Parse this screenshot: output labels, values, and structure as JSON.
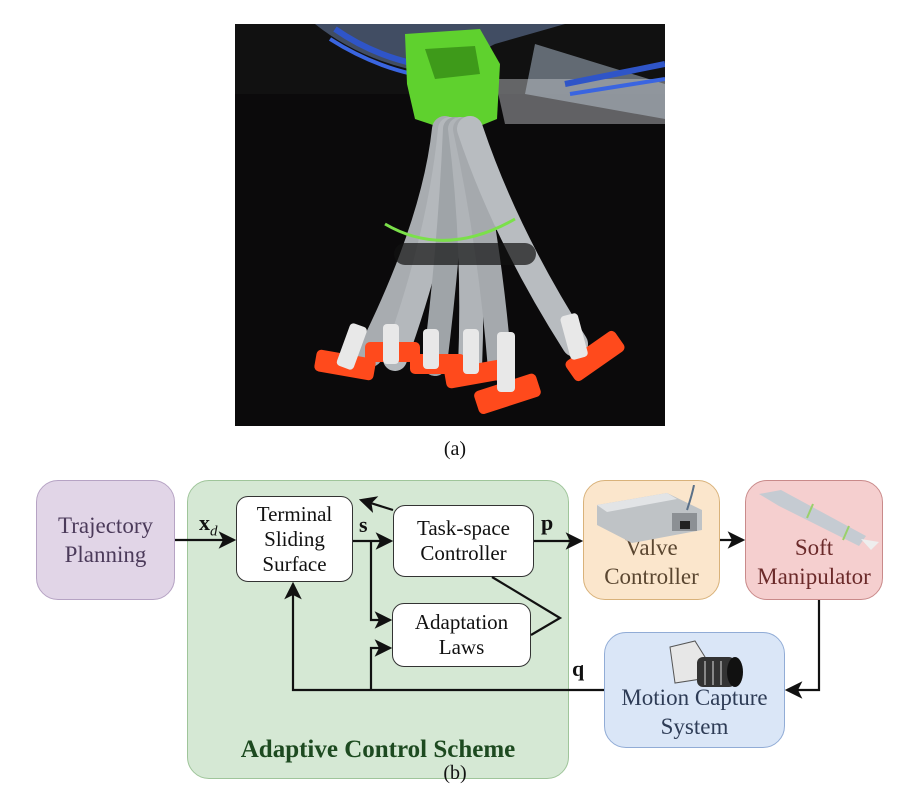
{
  "figure": {
    "panel_a": {
      "caption": "(a)",
      "image": "soft-manipulator-photo"
    },
    "panel_b": {
      "caption": "(b)",
      "group_label": "Adaptive Control Scheme",
      "blocks": {
        "trajectory_planning": {
          "line1": "Trajectory",
          "line2": "Planning",
          "color": "#e1d5e7",
          "text_color": "#4b3a5a"
        },
        "terminal_sliding_surface": {
          "line1": "Terminal",
          "line2": "Sliding",
          "line3": "Surface"
        },
        "task_space_controller": {
          "line1": "Task-space",
          "line2": "Controller"
        },
        "adaptation_laws": {
          "line1": "Adaptation",
          "line2": "Laws"
        },
        "valve_controller": {
          "line1": "Valve",
          "line2": "Controller",
          "color": "#fbe6cc",
          "text_color": "#5a4630"
        },
        "soft_manipulator": {
          "line1": "Soft",
          "line2": "Manipulator",
          "color": "#f5cfcf",
          "text_color": "#6b2a2a"
        },
        "motion_capture_system": {
          "line1": "Motion Capture",
          "line2": "System",
          "color": "#dae6f7",
          "text_color": "#2e3c56"
        }
      },
      "signals": {
        "xd": "x",
        "xd_sub": "d",
        "s": "s",
        "p": "p",
        "q": "q"
      },
      "group_color": "#d5e8d4",
      "group_text_color": "#1d4a20"
    }
  }
}
